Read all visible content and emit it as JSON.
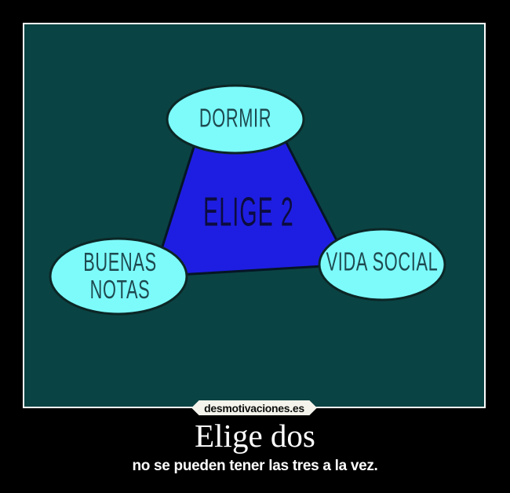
{
  "poster": {
    "background_color": "#0a4343",
    "frame_color": "#ffffff",
    "diagram": {
      "type": "pick-two-triangle",
      "center_label": "ELIGE 2",
      "triangle_fill": "#1e1ee2",
      "triangle_stroke": "#051525",
      "node_fill": "#7dfbfb",
      "node_stroke": "#0c2626",
      "nodes": [
        {
          "id": "dormir",
          "position": "top",
          "lines": [
            "DORMIR"
          ]
        },
        {
          "id": "buenas-notas",
          "position": "bottom-left",
          "lines": [
            "BUENAS",
            "NOTAS"
          ]
        },
        {
          "id": "vida-social",
          "position": "bottom-right",
          "lines": [
            "VIDA SOCIAL"
          ]
        }
      ]
    },
    "watermark": "desmotivaciones.es"
  },
  "caption": {
    "title": "Elige dos",
    "subtitle": "no se pueden tener las tres a la vez."
  }
}
